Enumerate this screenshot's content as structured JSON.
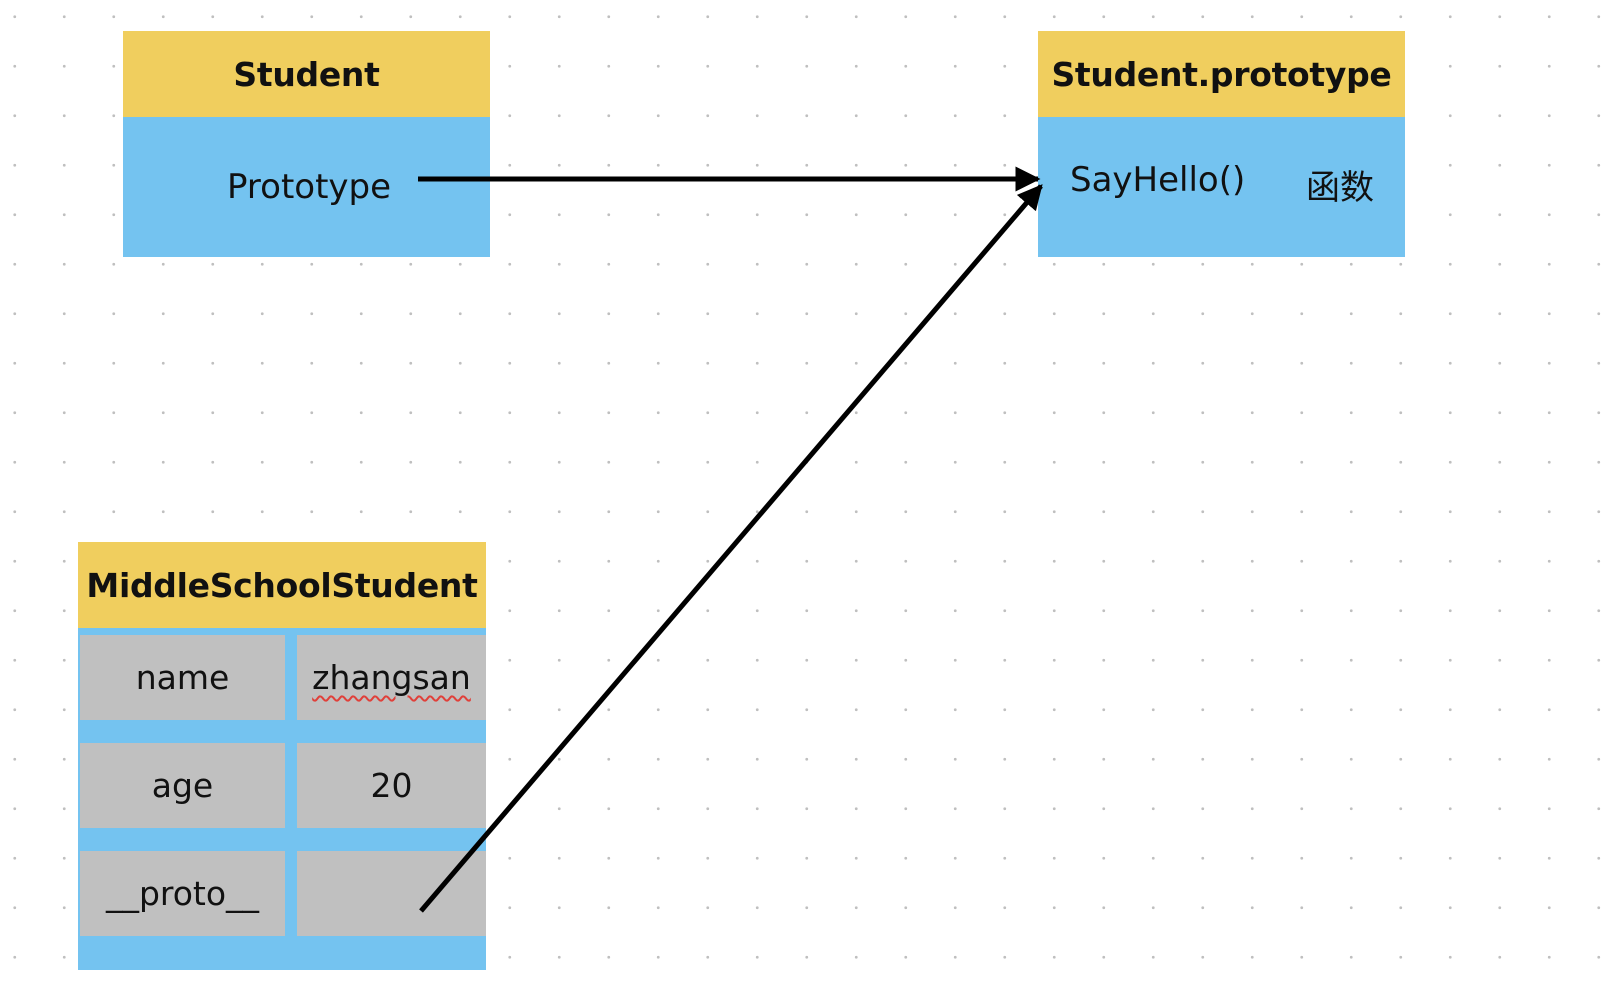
{
  "colors": {
    "header_yellow": "#f0ce5e",
    "body_blue": "#74c3f0",
    "cell_gray": "#c0c0c0",
    "arrow": "#000000",
    "spellcheck_underline": "#e0403a"
  },
  "student": {
    "title": "Student",
    "field": "Prototype"
  },
  "student_prototype": {
    "title": "Student.prototype",
    "method": "SayHello()",
    "method_note": "函数"
  },
  "middle_school_student": {
    "title": "MiddleSchoolStudent",
    "rows": [
      {
        "key": "name",
        "value": "zhangsan"
      },
      {
        "key": "age",
        "value": "20"
      },
      {
        "key": "__proto__",
        "value": ""
      }
    ]
  },
  "edges": [
    {
      "from": "student.field",
      "to": "student_prototype",
      "arrow": "arrowhead"
    },
    {
      "from": "middle_school_student.rows.2",
      "to": "student_prototype",
      "arrow": "arrowhead"
    }
  ]
}
